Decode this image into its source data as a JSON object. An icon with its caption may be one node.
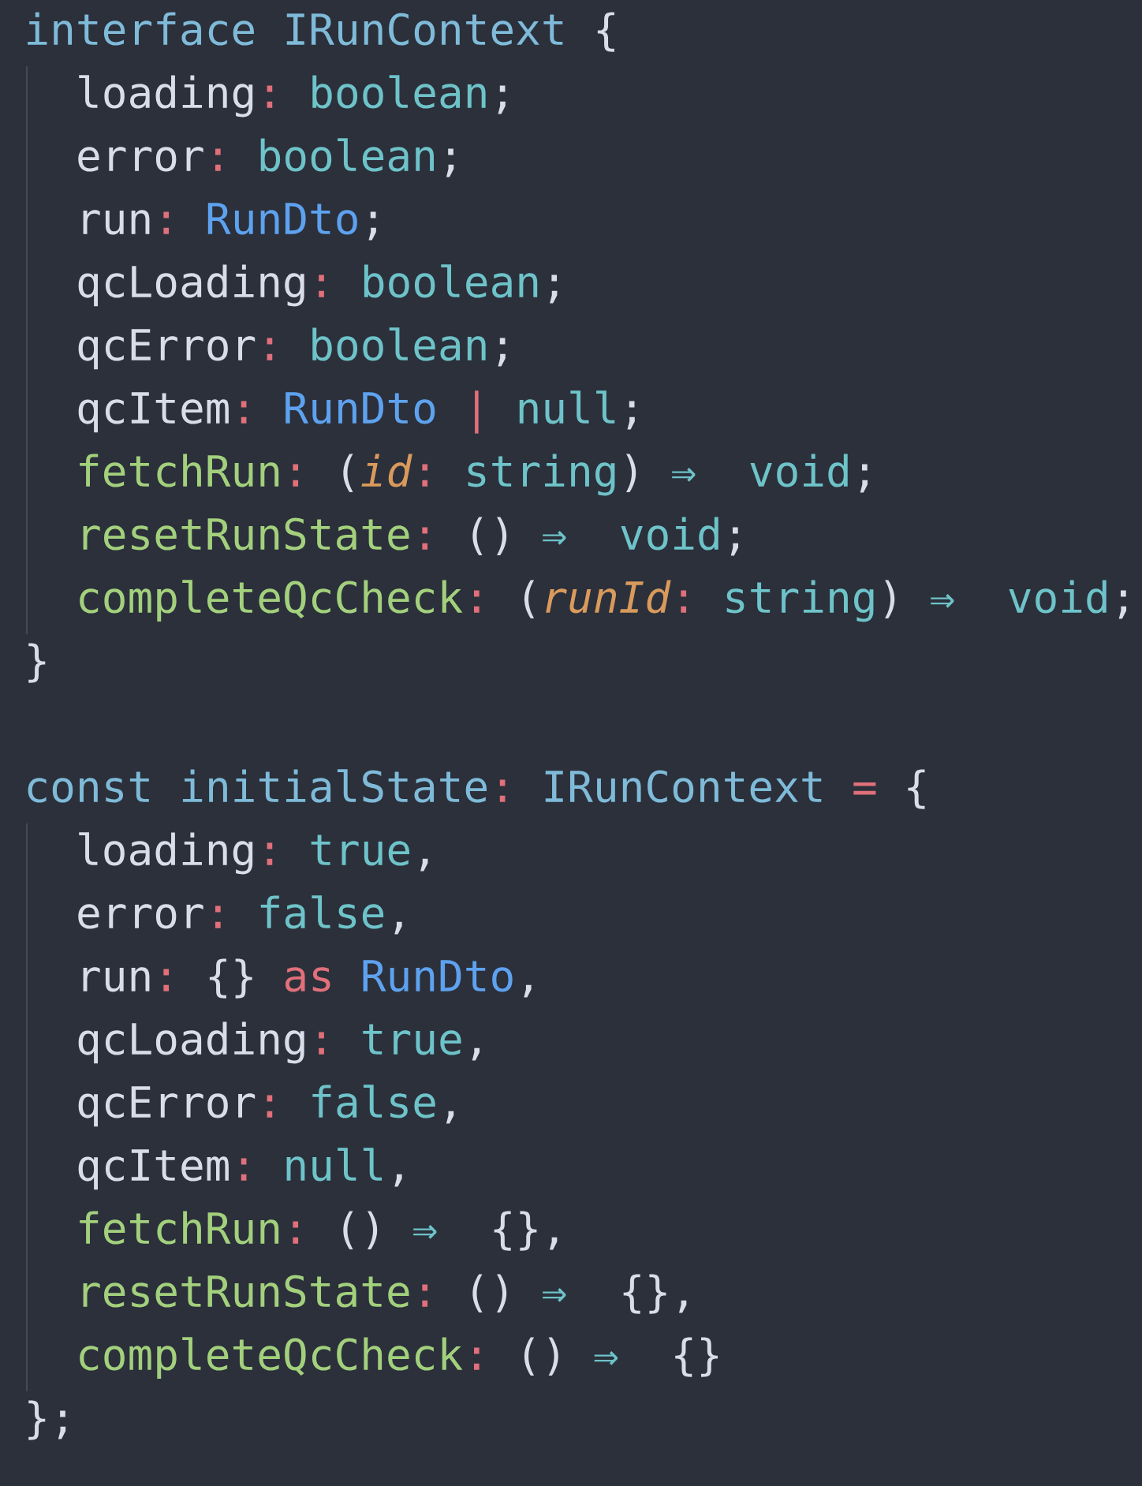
{
  "diagram": {
    "labels": [
      "interface",
      "IRunContext",
      "{",
      "loading",
      ":",
      "boolean",
      ";",
      "error",
      ":",
      "boolean",
      ";",
      "run",
      ":",
      "RunDto",
      ";",
      "qcLoading",
      ":",
      "boolean",
      ";",
      "qcError",
      ":",
      "boolean",
      ";",
      "qcItem",
      ":",
      "RunDto",
      "|",
      "null",
      ";",
      "fetchRun",
      ":",
      "(",
      "id",
      ":",
      "string",
      ")",
      "⇒",
      "void",
      ";",
      "resetRunState",
      ":",
      "()",
      "⇒",
      "void",
      ";",
      "completeQcCheck",
      ":",
      "(",
      "runId",
      ":",
      "string",
      ")",
      "⇒",
      "void",
      ";",
      "}",
      "const",
      "initialState",
      ":",
      "IRunContext",
      "=",
      "{",
      "loading",
      ":",
      "true",
      ",",
      "error",
      ":",
      "false",
      ",",
      "run",
      ":",
      "{}",
      "as",
      "RunDto",
      ",",
      "qcLoading",
      ":",
      "true",
      ",",
      "qcError",
      ":",
      "false",
      ",",
      "qcItem",
      ":",
      "null",
      ",",
      "fetchRun",
      ":",
      "()",
      "⇒",
      "{},",
      "resetRunState",
      ":",
      "()",
      "⇒",
      "{},",
      "completeQcCheck",
      ":",
      "()",
      "⇒",
      "{}",
      "};"
    ]
  }
}
